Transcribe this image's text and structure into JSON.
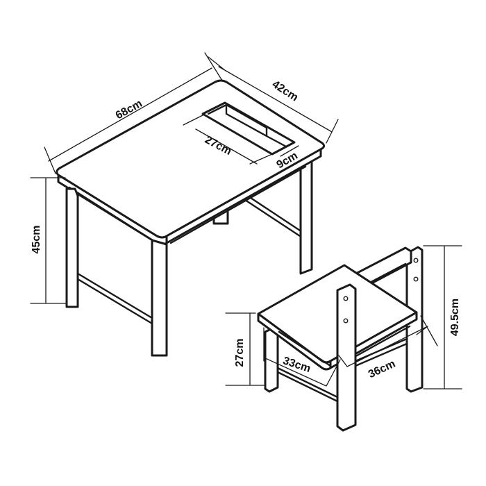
{
  "dimensions": {
    "desk_length": "68cm",
    "desk_depth": "42cm",
    "storage_length": "27cm",
    "storage_width": "9cm",
    "desk_height": "45cm",
    "seat_height": "27cm",
    "seat_width": "33cm",
    "seat_depth": "36cm",
    "chair_height": "49.5cm"
  }
}
